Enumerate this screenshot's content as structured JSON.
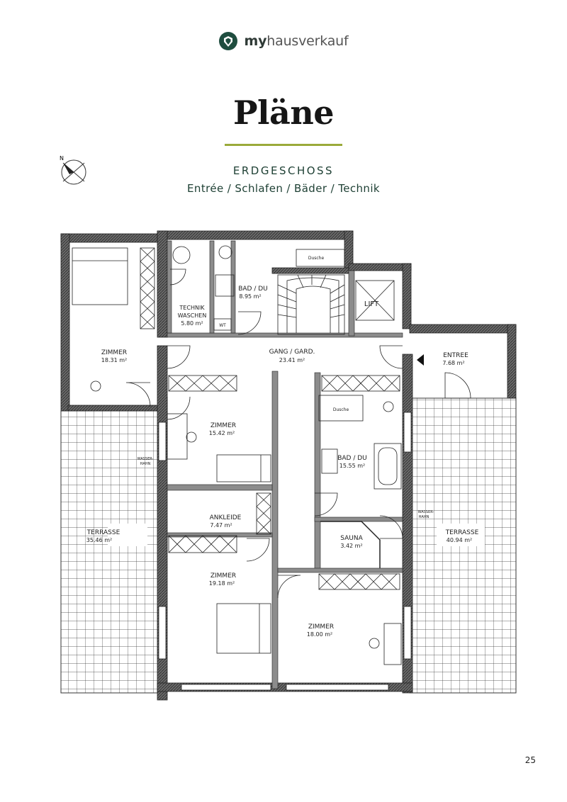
{
  "brand": {
    "name_bold": "my",
    "name_regular": "hausverkauf"
  },
  "page_title": "Pläne",
  "floor": {
    "name": "ERDGESCHOSS",
    "description": "Entrée / Schlafen / Bäder / Technik"
  },
  "compass": {
    "north_label": "N"
  },
  "rooms": {
    "zimmer_west": {
      "name": "ZIMMER",
      "area": "18.31 m²"
    },
    "technik": {
      "name_1": "TECHNIK",
      "name_2": "WASCHEN",
      "area": "5.80 m²"
    },
    "wt": "WT",
    "bad_north": {
      "name": "BAD / DU",
      "area": "8.95 m²"
    },
    "dusche_north": "Dusche",
    "lift": "LIFT",
    "gang": {
      "name": "GANG / GARD.",
      "area": "23.41 m²"
    },
    "entree": {
      "name": "ENTREE",
      "area": "7.68 m²"
    },
    "zimmer_mid": {
      "name": "ZIMMER",
      "area": "15.42 m²"
    },
    "bad_east": {
      "name": "BAD / DU",
      "area": "15.55 m²"
    },
    "dusche_east": "Dusche",
    "ankleide": {
      "name": "ANKLEIDE",
      "area": "7.47 m²"
    },
    "sauna": {
      "name": "SAUNA",
      "area": "3.42 m²"
    },
    "zimmer_south": {
      "name": "ZIMMER",
      "area": "19.18 m²"
    },
    "zimmer_southeast": {
      "name": "ZIMMER",
      "area": "18.00 m²"
    },
    "terrasse_west": {
      "name": "TERRASSE",
      "area": "35.46 m²"
    },
    "terrasse_east": {
      "name": "TERRASSE",
      "area": "40.94 m²"
    },
    "wasserhahn_west": {
      "line_1": "WASSER-",
      "line_2": "HAHN"
    },
    "wasserhahn_east": {
      "line_1": "WASSER-",
      "line_2": "HAHN"
    }
  },
  "page_number": "25"
}
